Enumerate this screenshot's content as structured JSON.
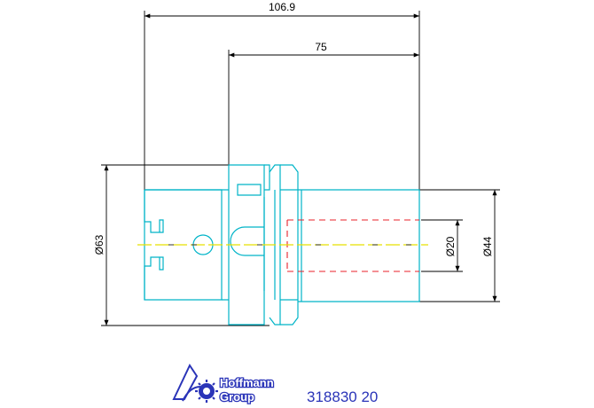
{
  "drawing": {
    "dimensions": {
      "overall_length": "106.9",
      "shank_length": "75",
      "flange_diameter": "Ø63",
      "bore_diameter": "Ø20",
      "shank_diameter": "Ø44"
    }
  },
  "title_block": {
    "brand_line1": "Hoffmann",
    "brand_line2": "Group",
    "part_number": "318830 20"
  },
  "colors": {
    "part_outline": "#00b4c8",
    "hidden_lines": "#e8202a",
    "center_line": "#e8e000",
    "dimension_lines": "#000000",
    "brand": "#2a34b8"
  }
}
